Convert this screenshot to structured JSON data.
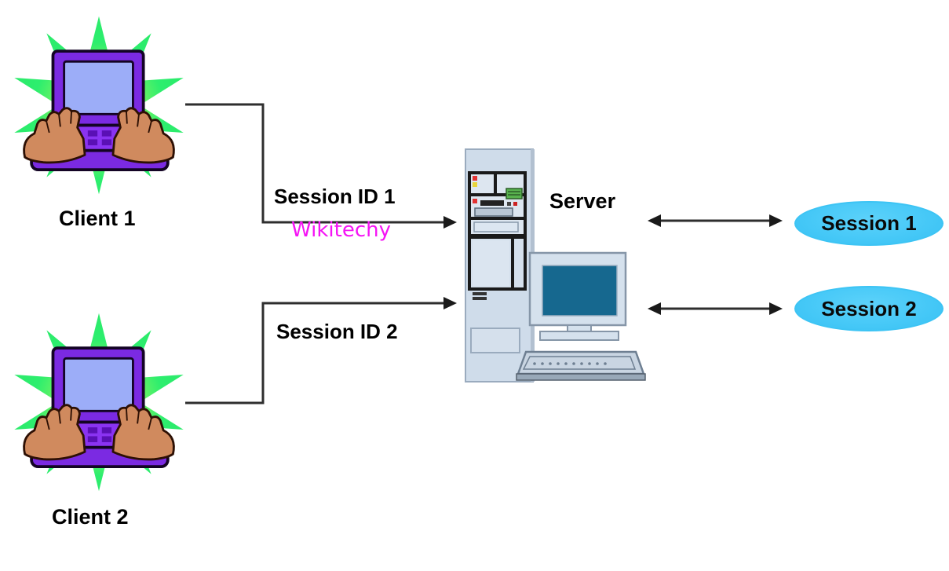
{
  "clients": [
    {
      "label": "Client 1",
      "connector_label": "Session ID 1"
    },
    {
      "label": "Client 2",
      "connector_label": "Session ID 2"
    }
  ],
  "server": {
    "label": "Server"
  },
  "sessions": [
    {
      "label": "Session 1"
    },
    {
      "label": "Session 2"
    }
  ],
  "watermark": {
    "label": "Wikitechy"
  },
  "colors": {
    "starburst": "#2dee6e",
    "starburst_glow": "#e8fa52",
    "laptop_body": "#7b2ae2",
    "laptop_deck": "#8a33f2",
    "laptop_screen": "#9cadf8",
    "hands": "#d08a5e",
    "computer_case": "#cfdcea",
    "monitor_screen": "#16688f",
    "session_ellipse": "#45c8f7",
    "connector": "#2e2e2e",
    "watermark": "#f514f5",
    "label_text": "#000000"
  }
}
